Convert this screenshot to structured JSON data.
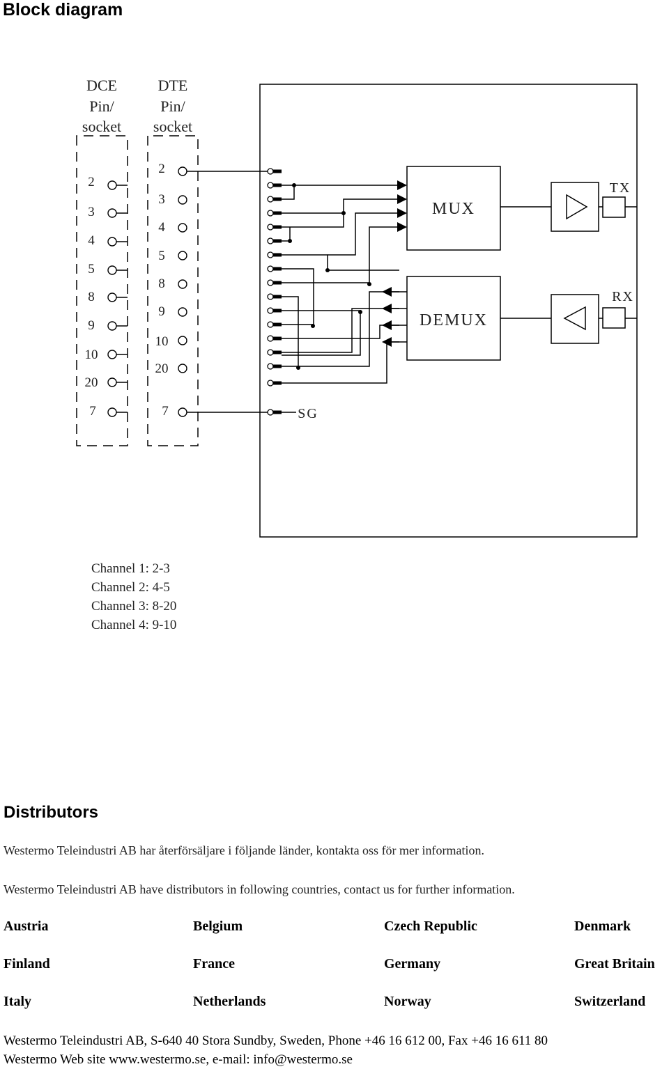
{
  "page_title": "Block diagram",
  "diagram": {
    "dce_header": [
      "DCE",
      "Pin/",
      "socket"
    ],
    "dte_header": [
      "DTE",
      "Pin/",
      "socket"
    ],
    "dce_pins": [
      "2",
      "3",
      "4",
      "5",
      "8",
      "9",
      "10",
      "20",
      "7"
    ],
    "dte_pins": [
      "2",
      "3",
      "4",
      "5",
      "8",
      "9",
      "10",
      "20",
      "7"
    ],
    "mux_label": "MUX",
    "demux_label": "DEMUX",
    "tx_label": "TX",
    "rx_label": "RX",
    "sg_label": "SG"
  },
  "channels": [
    "Channel 1: 2-3",
    "Channel 2: 4-5",
    "Channel 3: 8-20",
    "Channel 4: 9-10"
  ],
  "distributors": {
    "title": "Distributors",
    "text_sv": "Westermo Teleindustri AB har återförsäljare i följande länder, kontakta oss för mer information.",
    "text_en": "Westermo Teleindustri AB have distributors in following countries, contact us for further information.",
    "countries": [
      [
        "Austria",
        "Belgium",
        "Czech Republic",
        "Denmark"
      ],
      [
        "Finland",
        "France",
        "Germany",
        "Great Britain"
      ],
      [
        "Italy",
        "Netherlands",
        "Norway",
        "Switzerland"
      ]
    ]
  },
  "footer": {
    "line1": "Westermo Teleindustri AB, S-640 40 Stora Sundby, Sweden, Phone +46 16 612 00, Fax +46 16 611 80",
    "line2": "Westermo Web site  www.westermo.se, e-mail: info@westermo.se"
  }
}
